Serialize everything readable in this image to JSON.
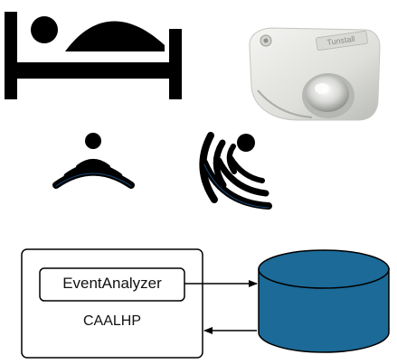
{
  "diagram": {
    "platform": {
      "label": "CAALHP",
      "component": "EventAnalyzer"
    },
    "device": {
      "brand_text": "Tunstall"
    },
    "icons": {
      "bed": "bed-icon",
      "sensor": "motion-sensor-icon",
      "signal_left": "wireless-signal-icon",
      "signal_right": "wireless-signal-icon",
      "database": "database-icon"
    },
    "colors": {
      "database_fill": "#1b6a97",
      "signal": "#000000",
      "sensor_body": "#e6e7e3"
    }
  }
}
